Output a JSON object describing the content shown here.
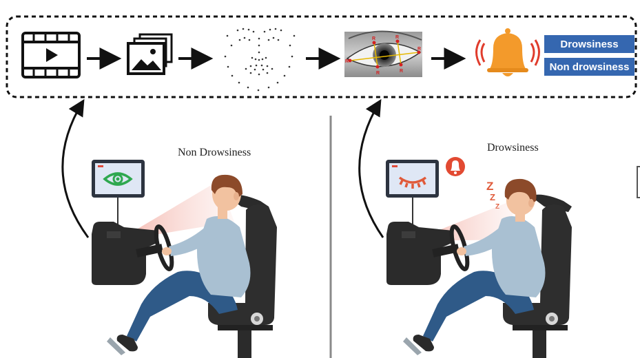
{
  "pipeline": {
    "steps": [
      "video-icon",
      "image-frames-icon",
      "facial-landmarks",
      "eye-landmarks",
      "alarm-bell-icon"
    ],
    "classes": [
      "Drowsiness",
      "Non drowsiness"
    ],
    "eye_landmark_label": "R"
  },
  "scenes": {
    "left": {
      "label": "Non Drowsiness",
      "monitor_icon": "open-eye-icon"
    },
    "right": {
      "label": "Drowsiness",
      "monitor_icon": "closed-eye-icon",
      "sleep_text": "Z"
    }
  },
  "colors": {
    "class_box": "#3567b0",
    "eye_open": "#2fa84f",
    "eye_closed": "#e05a3a",
    "bell": "#f39a2b",
    "shirt": "#a9c0d2",
    "pants": "#2f5a88",
    "seat": "#2e2e2e"
  }
}
